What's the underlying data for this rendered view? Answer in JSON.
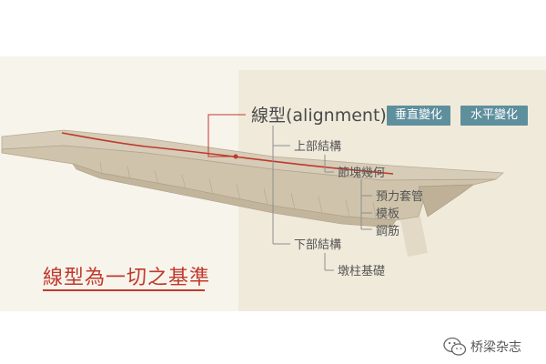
{
  "diagram": {
    "title": "線型(alignment)",
    "badges": [
      "垂直變化",
      "水平變化"
    ],
    "items": {
      "superstructure": "上部結構",
      "segment_geometry": "節塊幾何",
      "prestress_duct": "預力套管",
      "formwork": "模板",
      "rebar": "鋼筋",
      "substructure": "下部結構",
      "pier_foundation": "墩柱基礎"
    },
    "slogan": "線型為一切之基準"
  },
  "watermark": {
    "text": "桥梁杂志",
    "icon": "wechat-icon"
  },
  "colors": {
    "accent": "#c0392b",
    "badge": "#5e8f9c",
    "text": "#555555",
    "panel": "#f1ede1"
  }
}
